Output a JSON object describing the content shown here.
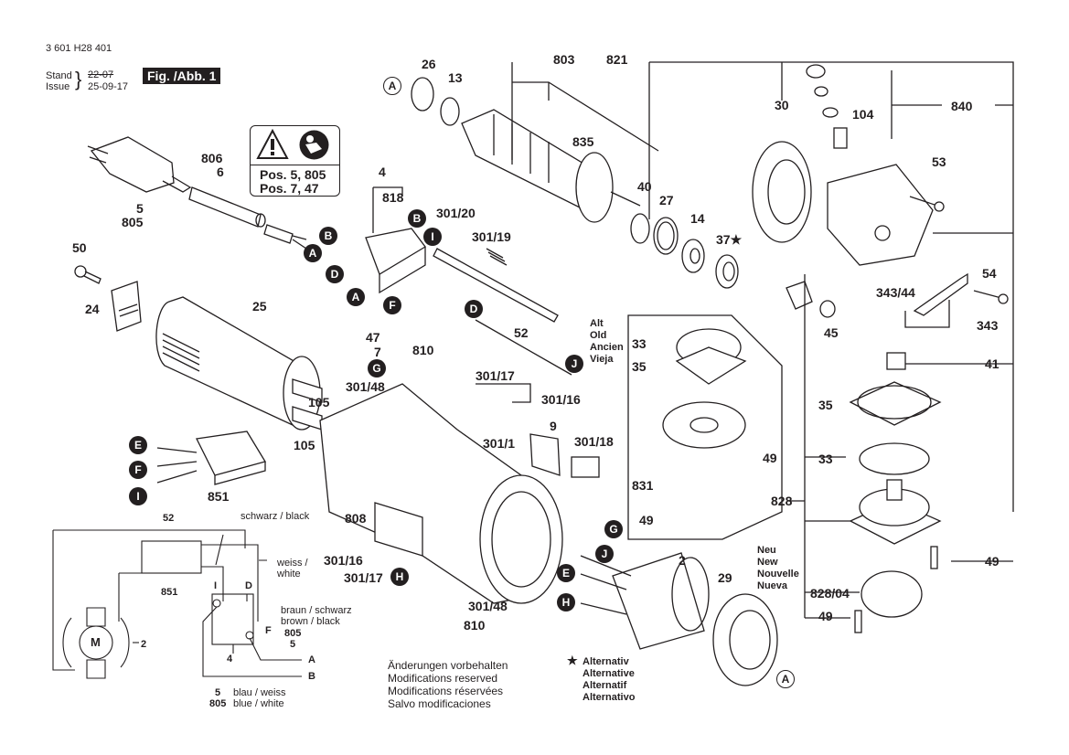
{
  "header": {
    "doc_number": "3 601 H28 401",
    "stand_label": "Stand",
    "issue_label": "Issue",
    "old_date": "22-07",
    "date": "25-09-17",
    "figure": "Fig. /Abb. 1"
  },
  "warning_box": {
    "icons": [
      "warning-triangle-icon",
      "read-manual-icon"
    ],
    "line1": "Pos. 5, 805",
    "line2": "Pos. 7, 47"
  },
  "part_labels": {
    "p26": "26",
    "p13": "13",
    "p803": "803",
    "p821": "821",
    "p835": "835",
    "p30": "30",
    "p840": "840",
    "p104": "104",
    "p53": "53",
    "p40": "40",
    "p27": "27",
    "p14": "14",
    "p37": "37★",
    "p54": "54",
    "p343_44": "343/44",
    "p343": "343",
    "p45": "45",
    "p41": "41",
    "p806": "806",
    "p6": "6",
    "p5": "5",
    "p805": "805",
    "p4": "4",
    "p818": "818",
    "p301_20": "301/20",
    "p301_19": "301/19",
    "p50": "50",
    "p24": "24",
    "p25": "25",
    "p52": "52",
    "p47": "47",
    "p7": "7",
    "p810": "810",
    "p301_17": "301/17",
    "p301_16": "301/16",
    "p301_48": "301/48",
    "p105a": "105",
    "p105b": "105",
    "p9": "9",
    "p301_1": "301/1",
    "p301_18": "301/18",
    "p851": "851",
    "p808": "808",
    "p301_16b": "301/16",
    "p301_17b": "301/17",
    "p301_48b": "301/48",
    "p810b": "810",
    "p2": "2",
    "p29": "29",
    "alt_33": "33",
    "alt_35": "35",
    "alt_49a": "49",
    "alt_831": "831",
    "alt_49b": "49",
    "r35": "35",
    "r33": "33",
    "r828": "828",
    "r49": "49",
    "r828_04": "828/04",
    "r49b": "49"
  },
  "connectors": [
    "A",
    "B",
    "D",
    "F",
    "I",
    "E",
    "G",
    "J",
    "H"
  ],
  "variant_old": [
    "Alt",
    "Old",
    "Ancien",
    "Vieja"
  ],
  "variant_new": [
    "Neu",
    "New",
    "Nouvelle",
    "Nueva"
  ],
  "wiring": {
    "label_52": "52",
    "label_851": "851",
    "label_2": "2",
    "label_4": "4",
    "motor": "M",
    "sw_I": "I",
    "sw_D": "D",
    "sw_F": "F",
    "black": "schwarz / black",
    "white_1": "weiss /",
    "white_2": "white",
    "brown_1": "braun / schwarz",
    "brown_2": "brown / black",
    "a_805": "805",
    "a_5": "5",
    "term_A": "A",
    "term_B": "B",
    "b_5": "5",
    "b_805": "805",
    "blue_1": "blau / weiss",
    "blue_2": "blue / white"
  },
  "notes": {
    "modifications": [
      "Änderungen vorbehalten",
      "Modifications reserved",
      "Modifications réservées",
      "Salvo modificaciones"
    ],
    "alternative_star": "★",
    "alternative": [
      "Alternativ",
      "Alternative",
      "Alternatif",
      "Alternativo"
    ]
  }
}
